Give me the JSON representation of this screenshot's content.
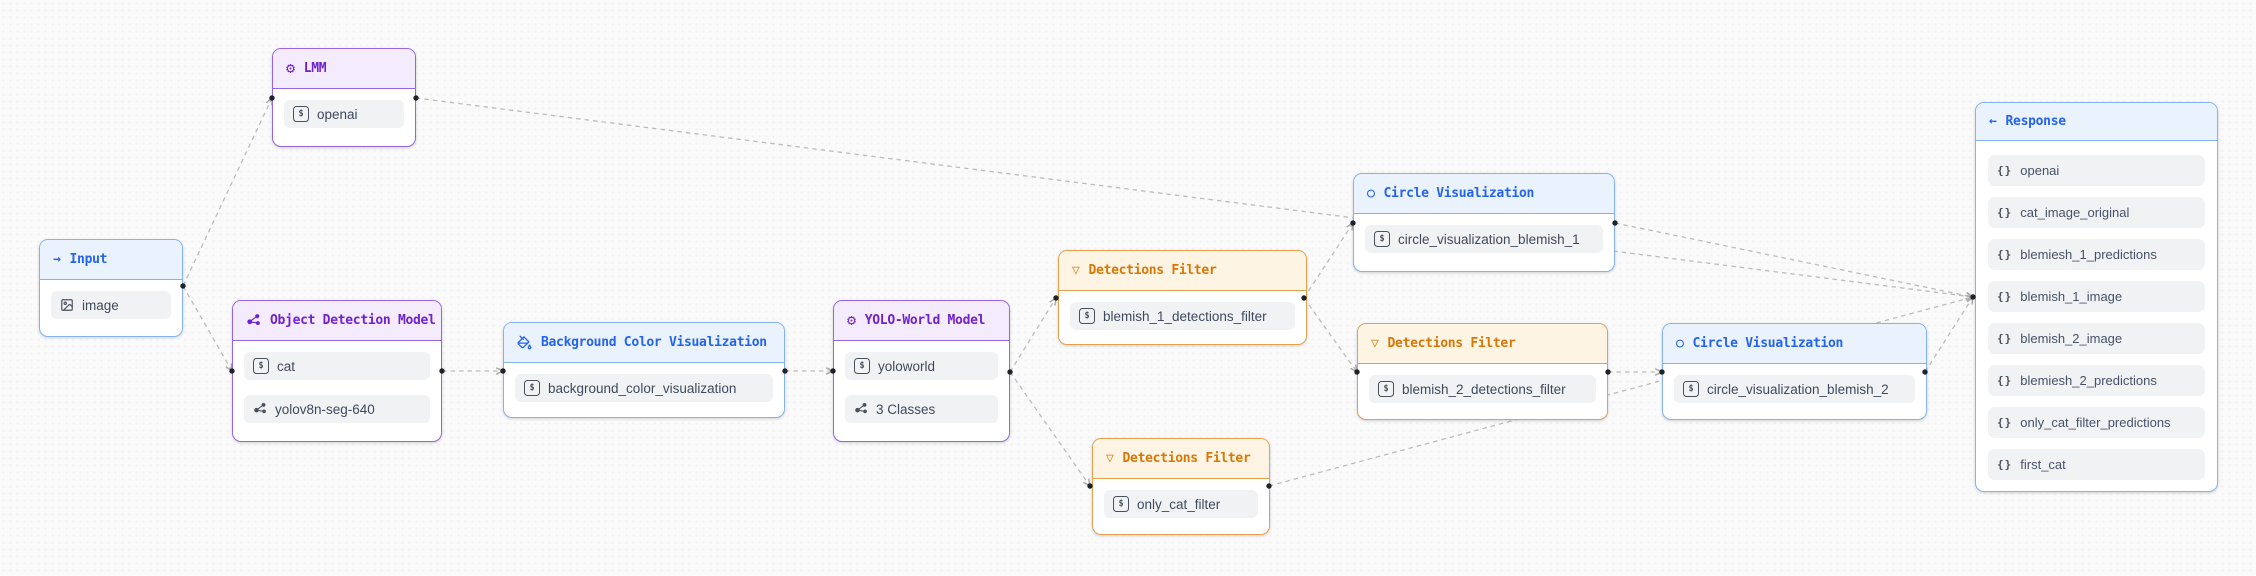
{
  "app": {
    "name": "workflow-graph-canvas"
  },
  "colors": {
    "canvas_bg": "#fafafa",
    "purple_border": "#9565e2",
    "purple_header_bg": "#f4ebfd",
    "purple_title": "#7122ce",
    "blue_border": "#84b3ee",
    "blue_header_bg": "#e9f2fd",
    "blue_title": "#2563eb",
    "orange_border": "#e5a04f",
    "orange_header_bg": "#fdf4e3",
    "orange_title": "#d97706",
    "pill_bg": "#f1f2f4",
    "pill_text": "#3e4a5e",
    "edge_line": "#bcbcbc",
    "edge_endpoint": "#1f2329"
  },
  "nodes": {
    "input": {
      "title": "Input",
      "icon": "arrow-right-icon",
      "items": [
        {
          "icon": "image-icon",
          "label": "image"
        }
      ]
    },
    "lmm": {
      "title": "LMM",
      "icon": "gear-icon",
      "items": [
        {
          "icon": "string-icon",
          "label": "openai"
        }
      ]
    },
    "object_detection_model": {
      "title": "Object Detection Model",
      "icon": "molecule-icon",
      "items": [
        {
          "icon": "string-icon",
          "label": "cat"
        },
        {
          "icon": "molecule-icon",
          "label": "yolov8n-seg-640"
        }
      ]
    },
    "background_color_visualization": {
      "title": "Background Color Visualization",
      "icon": "paint-bucket-icon",
      "items": [
        {
          "icon": "string-icon",
          "label": "background_color_visualization"
        }
      ]
    },
    "yolo_world_model": {
      "title": "YOLO-World Model",
      "icon": "gear-icon",
      "items": [
        {
          "icon": "string-icon",
          "label": "yoloworld"
        },
        {
          "icon": "molecule-icon",
          "label": "3 Classes"
        }
      ]
    },
    "detections_filter_blemish_1": {
      "title": "Detections Filter",
      "icon": "funnel-icon",
      "items": [
        {
          "icon": "string-icon",
          "label": "blemish_1_detections_filter"
        }
      ]
    },
    "circle_visualization_blemish_1": {
      "title": "Circle Visualization",
      "icon": "circle-icon",
      "items": [
        {
          "icon": "string-icon",
          "label": "circle_visualization_blemish_1"
        }
      ]
    },
    "detections_filter_blemish_2": {
      "title": "Detections Filter",
      "icon": "funnel-icon",
      "items": [
        {
          "icon": "string-icon",
          "label": "blemish_2_detections_filter"
        }
      ]
    },
    "circle_visualization_blemish_2": {
      "title": "Circle Visualization",
      "icon": "circle-icon",
      "items": [
        {
          "icon": "string-icon",
          "label": "circle_visualization_blemish_2"
        }
      ]
    },
    "detections_filter_only_cat": {
      "title": "Detections Filter",
      "icon": "funnel-icon",
      "items": [
        {
          "icon": "string-icon",
          "label": "only_cat_filter"
        }
      ]
    },
    "response": {
      "title": "Response",
      "icon": "arrow-left-icon",
      "items": [
        {
          "icon": "braces-icon",
          "label": "openai"
        },
        {
          "icon": "braces-icon",
          "label": "cat_image_original"
        },
        {
          "icon": "braces-icon",
          "label": "blemiesh_1_predictions"
        },
        {
          "icon": "braces-icon",
          "label": "blemish_1_image"
        },
        {
          "icon": "braces-icon",
          "label": "blemish_2_image"
        },
        {
          "icon": "braces-icon",
          "label": "blemiesh_2_predictions"
        },
        {
          "icon": "braces-icon",
          "label": "only_cat_filter_predictions"
        },
        {
          "icon": "braces-icon",
          "label": "first_cat"
        }
      ]
    }
  },
  "edges": [
    {
      "from": "input",
      "to": "lmm"
    },
    {
      "from": "input",
      "to": "object_detection_model"
    },
    {
      "from": "lmm",
      "to": "response"
    },
    {
      "from": "object_detection_model",
      "to": "background_color_visualization"
    },
    {
      "from": "background_color_visualization",
      "to": "yolo_world_model"
    },
    {
      "from": "yolo_world_model",
      "to": "detections_filter_blemish_1"
    },
    {
      "from": "yolo_world_model",
      "to": "detections_filter_only_cat"
    },
    {
      "from": "detections_filter_blemish_1",
      "to": "circle_visualization_blemish_1"
    },
    {
      "from": "detections_filter_blemish_1",
      "to": "detections_filter_blemish_2"
    },
    {
      "from": "detections_filter_blemish_2",
      "to": "circle_visualization_blemish_2"
    },
    {
      "from": "circle_visualization_blemish_1",
      "to": "response"
    },
    {
      "from": "circle_visualization_blemish_2",
      "to": "response"
    },
    {
      "from": "detections_filter_only_cat",
      "to": "response"
    }
  ]
}
